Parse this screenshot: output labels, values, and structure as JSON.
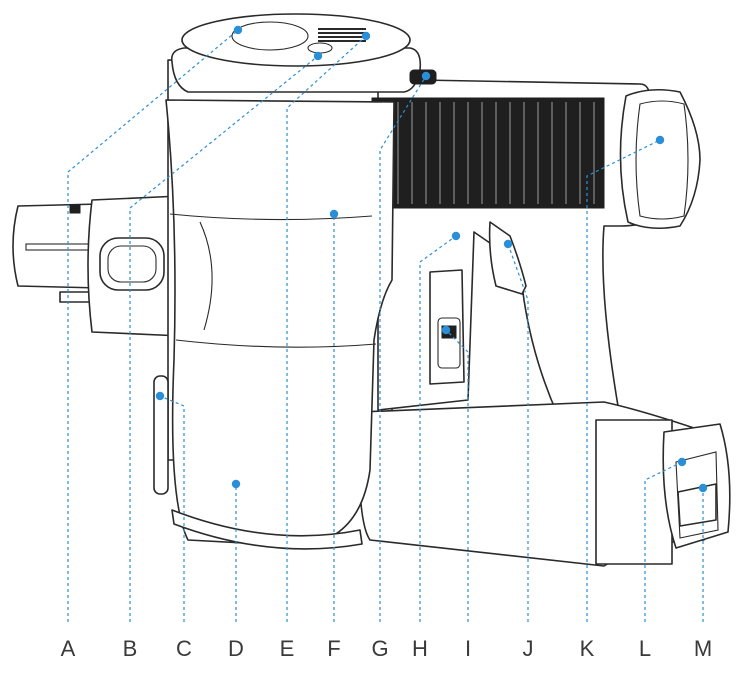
{
  "colors": {
    "accent": "#2a8fd6",
    "outline": "#2a2a2a"
  },
  "callouts": [
    {
      "letter": "A"
    },
    {
      "letter": "B"
    },
    {
      "letter": "C"
    },
    {
      "letter": "D"
    },
    {
      "letter": "E"
    },
    {
      "letter": "F"
    },
    {
      "letter": "G"
    },
    {
      "letter": "H"
    },
    {
      "letter": "I"
    },
    {
      "letter": "J"
    },
    {
      "letter": "K"
    },
    {
      "letter": "L"
    },
    {
      "letter": "M"
    }
  ]
}
